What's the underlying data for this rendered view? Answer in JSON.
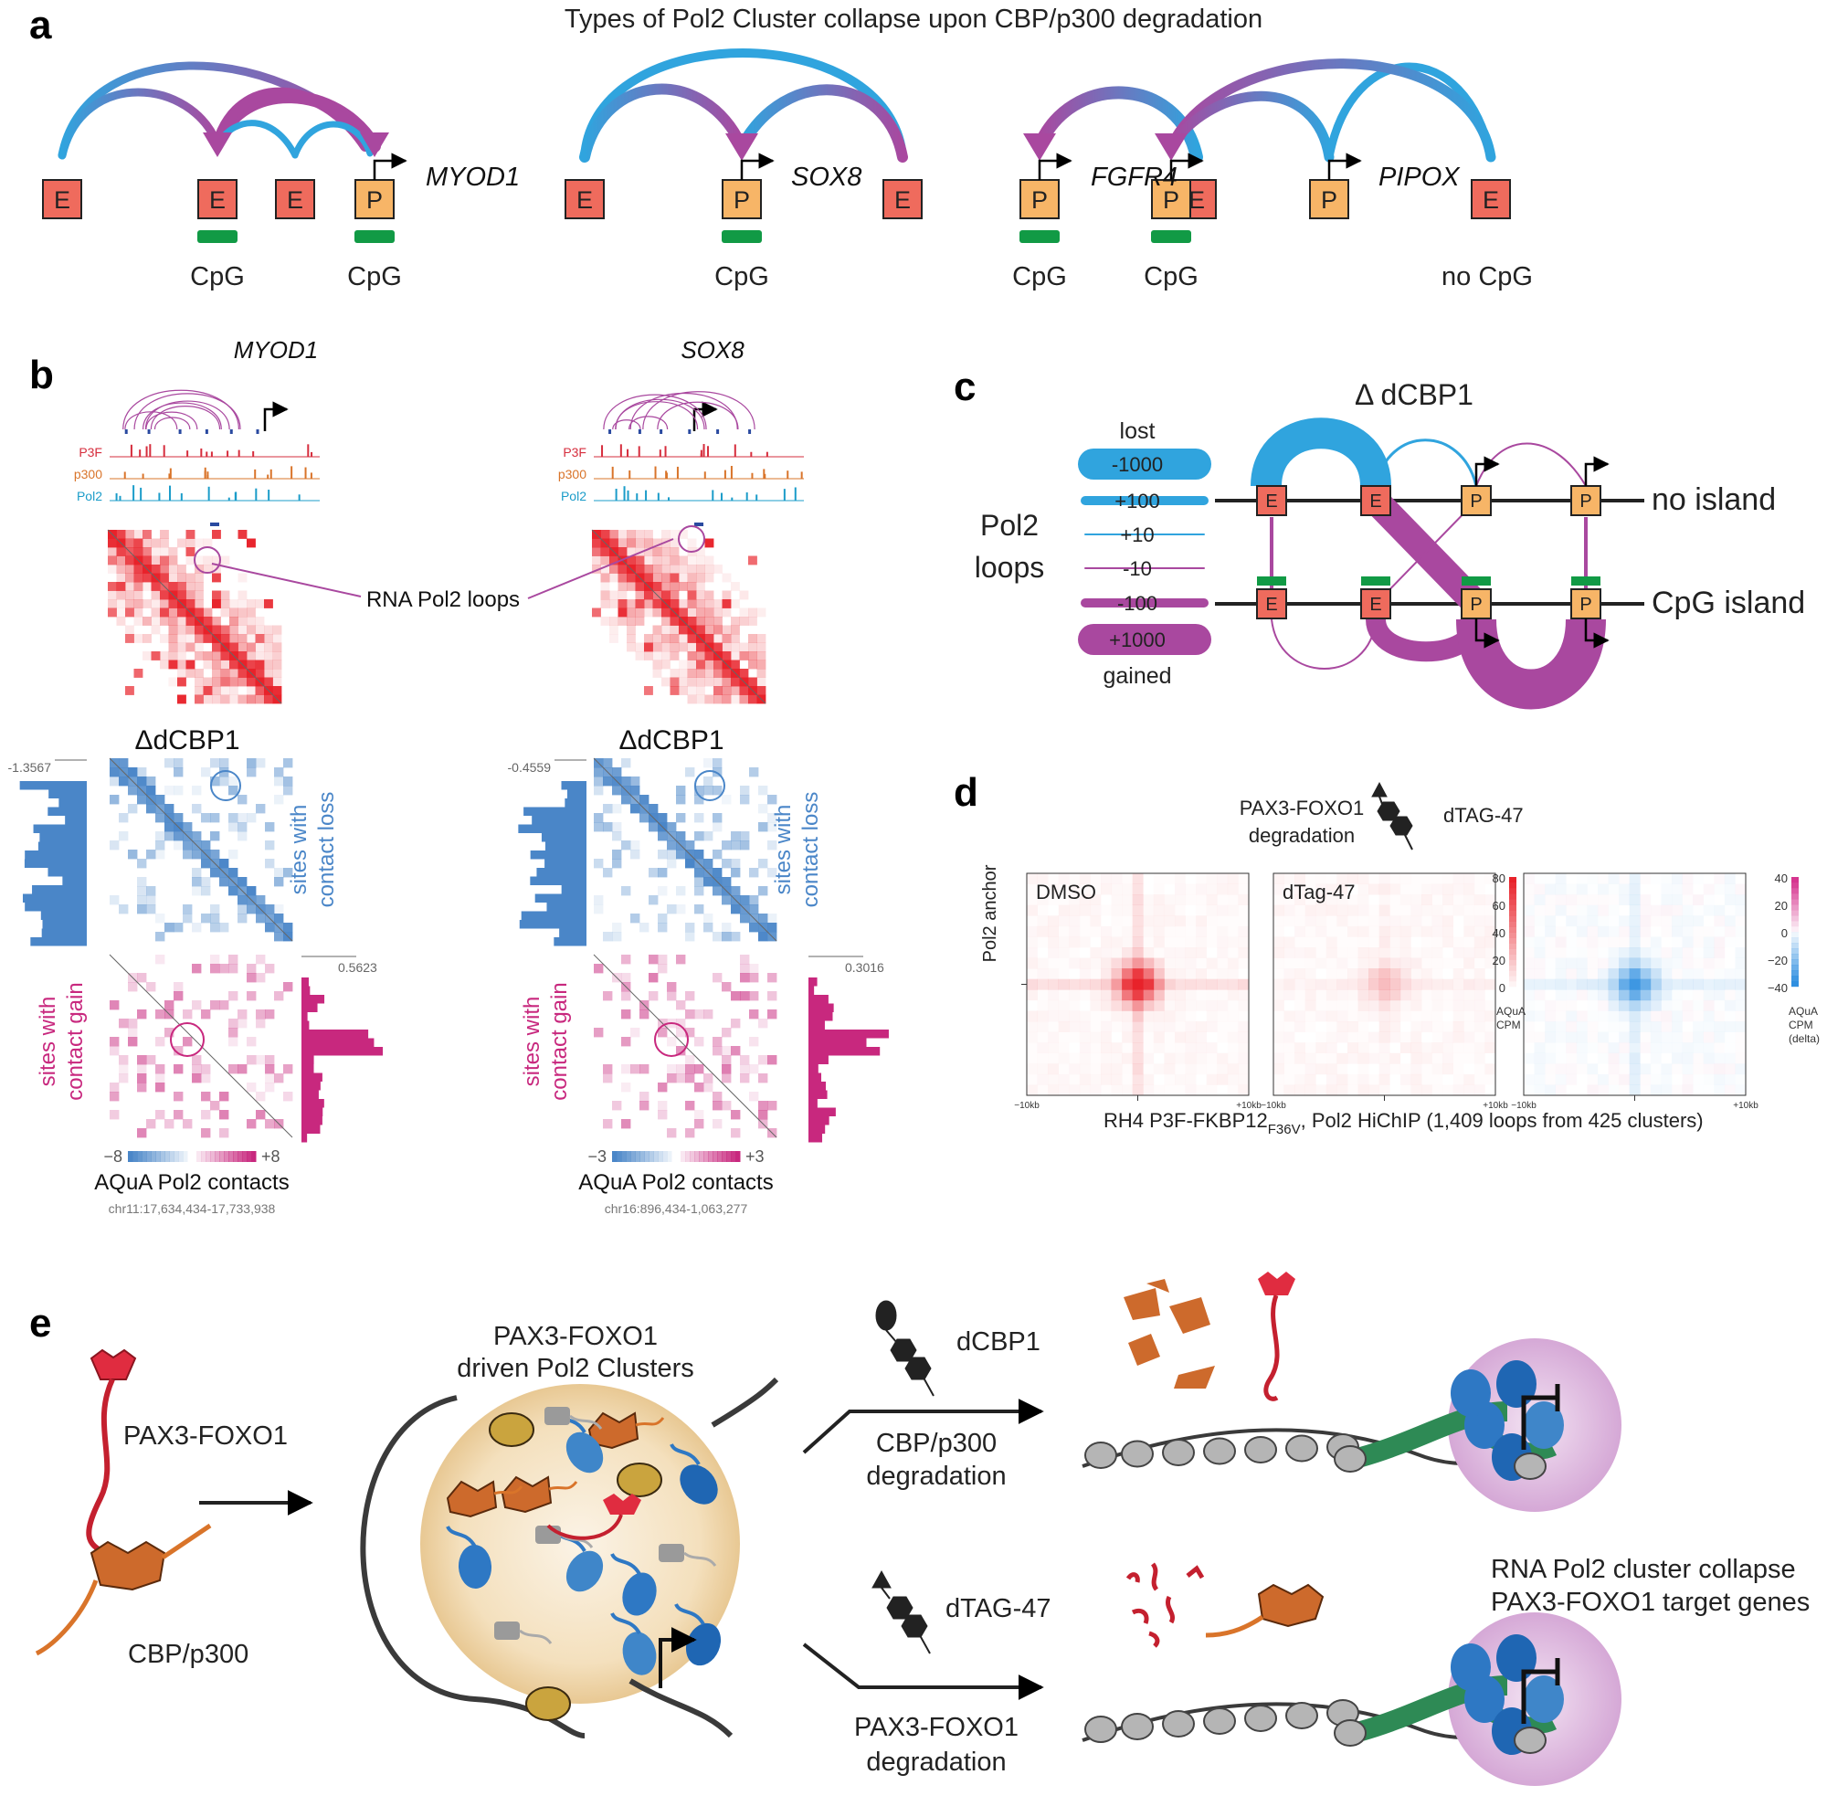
{
  "colors": {
    "enhancer": "#ef6b5d",
    "promoter": "#f7b567",
    "cpg": "#119a45",
    "loop_lost": "#30a4de",
    "loop_gained": "#a9489f",
    "p3f": "#d62d3d",
    "p300": "#d9742a",
    "pol2": "#1b9cc9",
    "loss_blue": "#4a86c8",
    "gain_magenta": "#c8287e",
    "contact_red": "#e8222a"
  },
  "panel_a": {
    "letter": "a",
    "title": "Types of Pol2 Cluster collapse upon CBP/p300 degradation",
    "E": "E",
    "P": "P",
    "genes": [
      "MYOD1",
      "SOX8",
      "FGFR4",
      "PIPOX"
    ],
    "cpg_label": "CpG",
    "no_cpg_label": "no CpG"
  },
  "panel_b": {
    "letter": "b",
    "gene_left": "MYOD1",
    "gene_right": "SOX8",
    "track_labels": [
      "P3F",
      "p300",
      "Pol2"
    ],
    "loops_label": "RNA Pol2 loops",
    "delta_title": "ΔdCBP1",
    "loss_label_1": "sites with",
    "loss_label_2": "contact loss",
    "gain_label_1": "sites with",
    "gain_label_2": "contact gain",
    "left_loss_max": "-1.3567",
    "left_gain_max": "0.5623",
    "right_loss_max": "-0.4559",
    "right_gain_max": "0.3016",
    "left_scale_min": "−8",
    "left_scale_max": "+8",
    "right_scale_min": "−3",
    "right_scale_max": "+3",
    "scale_label": "AQuA Pol2 contacts",
    "left_coords": "chr11:17,634,434-17,733,938",
    "right_coords": "chr16:896,434-1,063,277"
  },
  "panel_c": {
    "letter": "c",
    "title": "Δ dCBP1",
    "side_label_1": "Pol2",
    "side_label_2": "loops",
    "legend_top": "lost",
    "legend_bottom": "gained",
    "legend_items": [
      "-1000",
      "+100",
      "+10",
      "-10",
      "-100",
      "+1000"
    ],
    "row_top": "no island",
    "row_bottom": "CpG island",
    "E": "E",
    "P": "P"
  },
  "panel_d": {
    "letter": "d",
    "header_1": "PAX3-FOXO1",
    "header_2": "degradation",
    "drug": "dTAG-47",
    "heat_labels": [
      "DMSO",
      "dTag-47"
    ],
    "y_label": "Pol2 anchor",
    "x_min": "−10kb",
    "x_max": "+10kb",
    "cbar1_ticks": [
      "80",
      "60",
      "40",
      "20",
      "0"
    ],
    "cbar1_label_1": "AQuA",
    "cbar1_label_2": "CPM",
    "cbar2_ticks": [
      "40",
      "20",
      "0",
      "−20",
      "−40"
    ],
    "cbar2_label_1": "AQuA",
    "cbar2_label_2": "CPM",
    "cbar2_label_3": "(delta)",
    "caption_pre": "RH4 P3F-FKBP12",
    "caption_sub": "F36V",
    "caption_post": ", Pol2 HiChIP (1,409 loops from 425 clusters)"
  },
  "panel_e": {
    "letter": "e",
    "pax3": "PAX3-FOXO1",
    "cbp": "CBP/p300",
    "cluster_1": "PAX3-FOXO1",
    "cluster_2": "driven Pol2 Clusters",
    "dcbp1": "dCBP1",
    "cbp_deg_1": "CBP/p300",
    "cbp_deg_2": "degradation",
    "dtag": "dTAG-47",
    "pax_deg_1": "PAX3-FOXO1",
    "pax_deg_2": "degradation",
    "collapse_1": "RNA Pol2 cluster collapse",
    "collapse_2": "PAX3-FOXO1 target genes"
  }
}
